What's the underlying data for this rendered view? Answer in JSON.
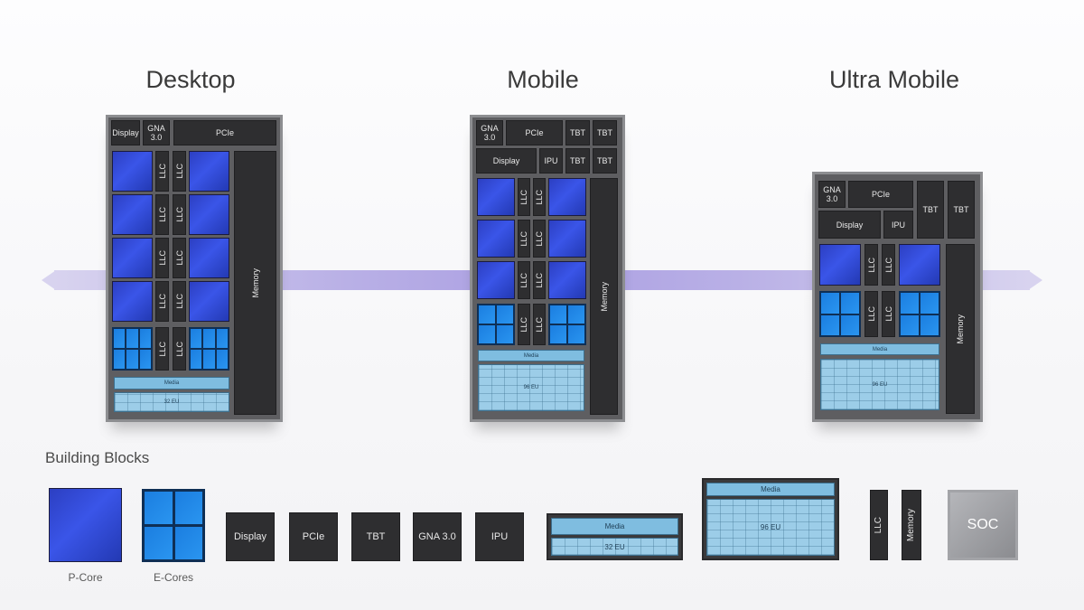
{
  "titles": {
    "desktop": "Desktop",
    "mobile": "Mobile",
    "ultra": "Ultra Mobile"
  },
  "blocks": {
    "display": "Display",
    "pcie": "PCIe",
    "gna": "GNA 3.0",
    "gna_short": "GNA\n3.0",
    "tbt": "TBT",
    "ipu": "IPU",
    "llc": "LLC",
    "memory": "Memory",
    "media": "Media",
    "eu32": "32 EU",
    "eu96": "96 EU"
  },
  "building_blocks": {
    "heading": "Building Blocks",
    "pcore_label": "P-Core",
    "ecores_label": "E-Cores",
    "display": "Display",
    "pcie": "PCIe",
    "tbt": "TBT",
    "gna": "GNA 3.0",
    "ipu": "IPU",
    "media": "Media",
    "eu32": "32 EU",
    "eu96": "96 EU",
    "llc": "LLC",
    "memory": "Memory",
    "soc": "SOC"
  },
  "colors": {
    "pcore": "#3a55e8",
    "ecore": "#2a95f0",
    "graphics": "#9ccde8",
    "band": "#ab9fe2"
  }
}
